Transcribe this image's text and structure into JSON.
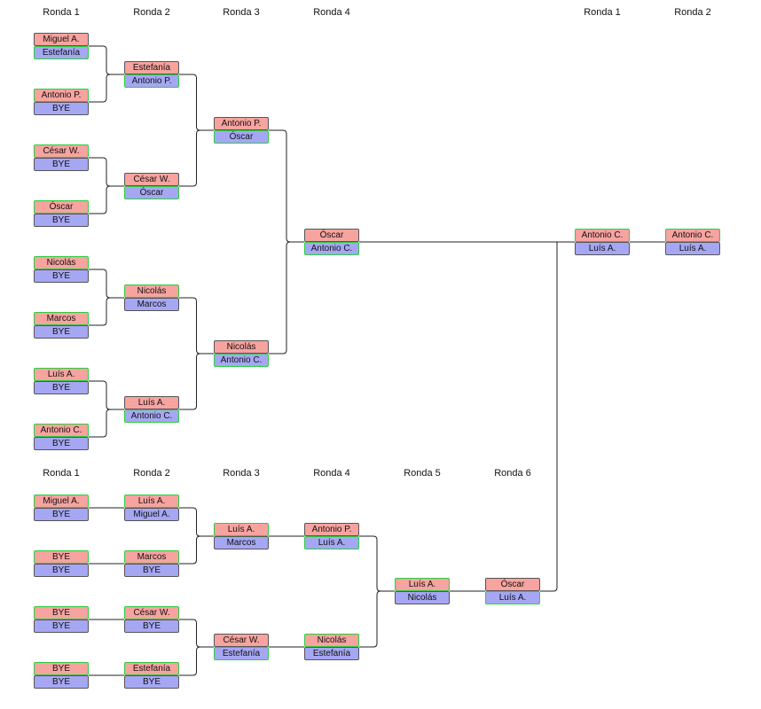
{
  "winners_rounds": [
    {
      "label": "Ronda 1",
      "matches": [
        {
          "top": "Miguel A.",
          "bottom": "Estefanía",
          "winner": "bottom"
        },
        {
          "top": "Antonio P.",
          "bottom": "BYE",
          "winner": "top"
        },
        {
          "top": "César W.",
          "bottom": "BYE",
          "winner": "top"
        },
        {
          "top": "Óscar",
          "bottom": "BYE",
          "winner": "top"
        },
        {
          "top": "Nicolás",
          "bottom": "BYE",
          "winner": "top"
        },
        {
          "top": "Marcos",
          "bottom": "BYE",
          "winner": "top"
        },
        {
          "top": "Luís A.",
          "bottom": "BYE",
          "winner": "top"
        },
        {
          "top": "Antonio C.",
          "bottom": "BYE",
          "winner": "top"
        }
      ]
    },
    {
      "label": "Ronda 2",
      "matches": [
        {
          "top": "Estefanía",
          "bottom": "Antonio P.",
          "winner": "bottom"
        },
        {
          "top": "César W.",
          "bottom": "Óscar",
          "winner": "bottom"
        },
        {
          "top": "Nicolás",
          "bottom": "Marcos",
          "winner": "top"
        },
        {
          "top": "Luís A.",
          "bottom": "Antonio C.",
          "winner": "bottom"
        }
      ]
    },
    {
      "label": "Ronda 3",
      "matches": [
        {
          "top": "Antonio P.",
          "bottom": "Óscar",
          "winner": "bottom"
        },
        {
          "top": "Nicolás",
          "bottom": "Antonio C.",
          "winner": "bottom"
        }
      ]
    },
    {
      "label": "Ronda 4",
      "matches": [
        {
          "top": "Óscar",
          "bottom": "Antonio C.",
          "winner": "bottom"
        }
      ]
    }
  ],
  "final_rounds": [
    {
      "label": "Ronda 1",
      "matches": [
        {
          "top": "Antonio C.",
          "bottom": "Luís A.",
          "winner": "top"
        }
      ]
    },
    {
      "label": "Ronda 2",
      "matches": [
        {
          "top": "Antonio C.",
          "bottom": "Luís A.",
          "winner": "top"
        }
      ]
    }
  ],
  "losers_rounds": [
    {
      "label": "Ronda 1",
      "matches": [
        {
          "top": "Miguel A.",
          "bottom": "BYE",
          "winner": "top"
        },
        {
          "top": "BYE",
          "bottom": "BYE",
          "winner": "top"
        },
        {
          "top": "BYE",
          "bottom": "BYE",
          "winner": "top"
        },
        {
          "top": "BYE",
          "bottom": "BYE",
          "winner": "top"
        }
      ]
    },
    {
      "label": "Ronda 2",
      "matches": [
        {
          "top": "Luís A.",
          "bottom": "Miguel A.",
          "winner": "top"
        },
        {
          "top": "Marcos",
          "bottom": "BYE",
          "winner": "top"
        },
        {
          "top": "César W.",
          "bottom": "BYE",
          "winner": "top"
        },
        {
          "top": "Estefanía",
          "bottom": "BYE",
          "winner": "top"
        }
      ]
    },
    {
      "label": "Ronda 3",
      "matches": [
        {
          "top": "Luís A.",
          "bottom": "Marcos",
          "winner": "top"
        },
        {
          "top": "César W.",
          "bottom": "Estefanía",
          "winner": "bottom"
        }
      ]
    },
    {
      "label": "Ronda 4",
      "matches": [
        {
          "top": "Antonio P.",
          "bottom": "Luís A.",
          "winner": "bottom"
        },
        {
          "top": "Nicolás",
          "bottom": "Estefanía",
          "winner": "top"
        }
      ]
    },
    {
      "label": "Ronda 5",
      "matches": [
        {
          "top": "Luís A.",
          "bottom": "Nicolás",
          "winner": "top"
        }
      ]
    },
    {
      "label": "Ronda 6",
      "matches": [
        {
          "top": "Óscar",
          "bottom": "Luís A.",
          "winner": "bottom"
        }
      ]
    }
  ]
}
